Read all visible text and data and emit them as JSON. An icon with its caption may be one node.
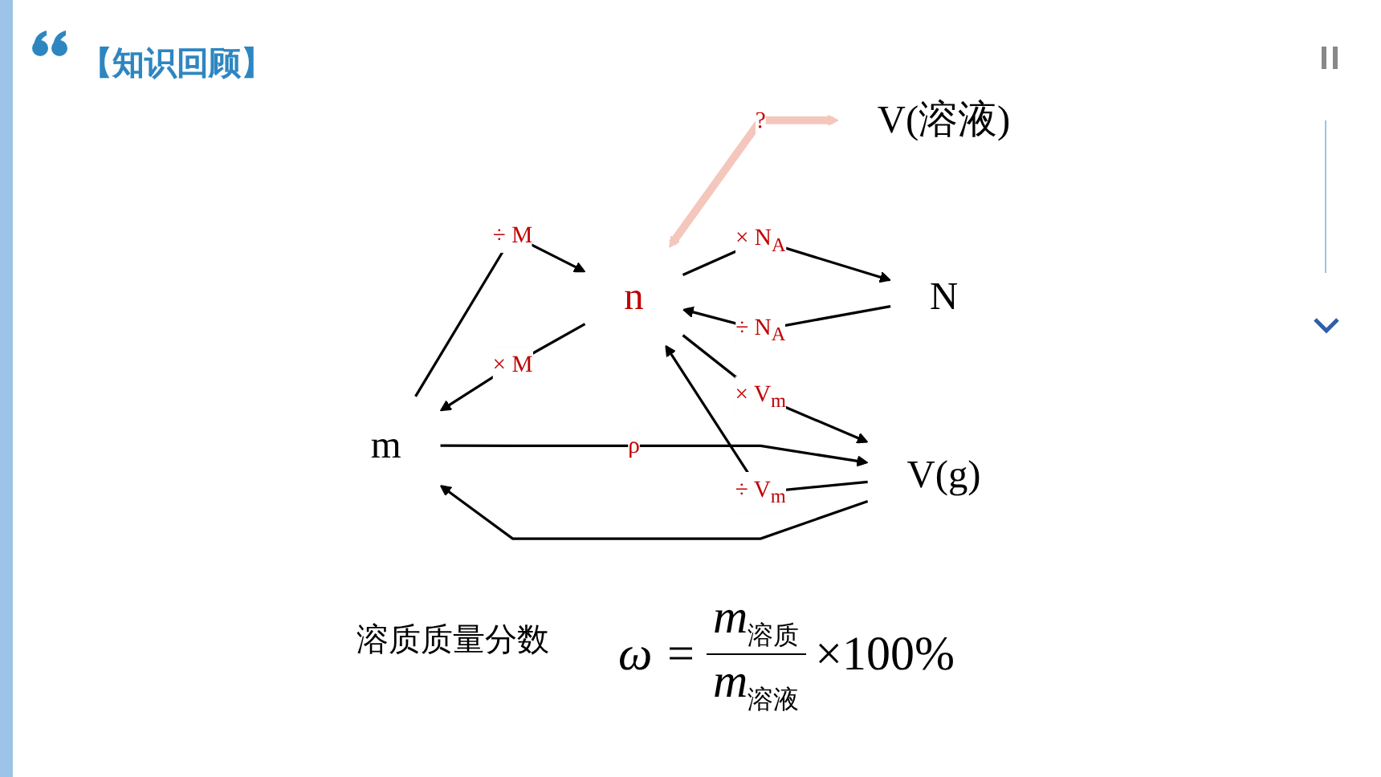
{
  "diagram": {
    "title": "【知识回顾】",
    "nodes": [
      {
        "text": [
          "V(溶液)"
        ]
      },
      {
        "text": [
          "m"
        ]
      },
      {
        "text": [
          "n"
        ]
      },
      {
        "text": [
          "N"
        ]
      },
      {
        "text": [
          "V(g)"
        ]
      }
    ],
    "edges": [
      {
        "from": 2,
        "to": 0,
        "arrow": "both",
        "label": "?",
        "style": "thick",
        "color": "#f4c7bd"
      },
      {
        "from": 1,
        "to": 2,
        "arrow": "to",
        "label": "÷ M"
      },
      {
        "from": 2,
        "to": 1,
        "arrow": "to",
        "label": "× M"
      },
      {
        "from": 2,
        "to": 3,
        "arrow": "to",
        "label": "× N$_{A}$"
      },
      {
        "from": 3,
        "to": 2,
        "arrow": "to",
        "label": "÷ N$_{A}$"
      },
      {
        "from": 4,
        "to": 2,
        "arrow": "to",
        "label": "÷ V$_{m}$"
      },
      {
        "from": 2,
        "to": 4,
        "arrow": "to",
        "label": "× V$_{m}$"
      },
      {
        "from": 4,
        "to": 1,
        "arrow": "to"
      },
      {
        "from": 1,
        "to": 4,
        "arrow": "to",
        "label": "ρ"
      }
    ],
    "labels": [
      "溶质质量分数",
      "ω =",
      "m$_{溶质}$",
      "m$_{溶液}$",
      "×100%"
    ]
  }
}
